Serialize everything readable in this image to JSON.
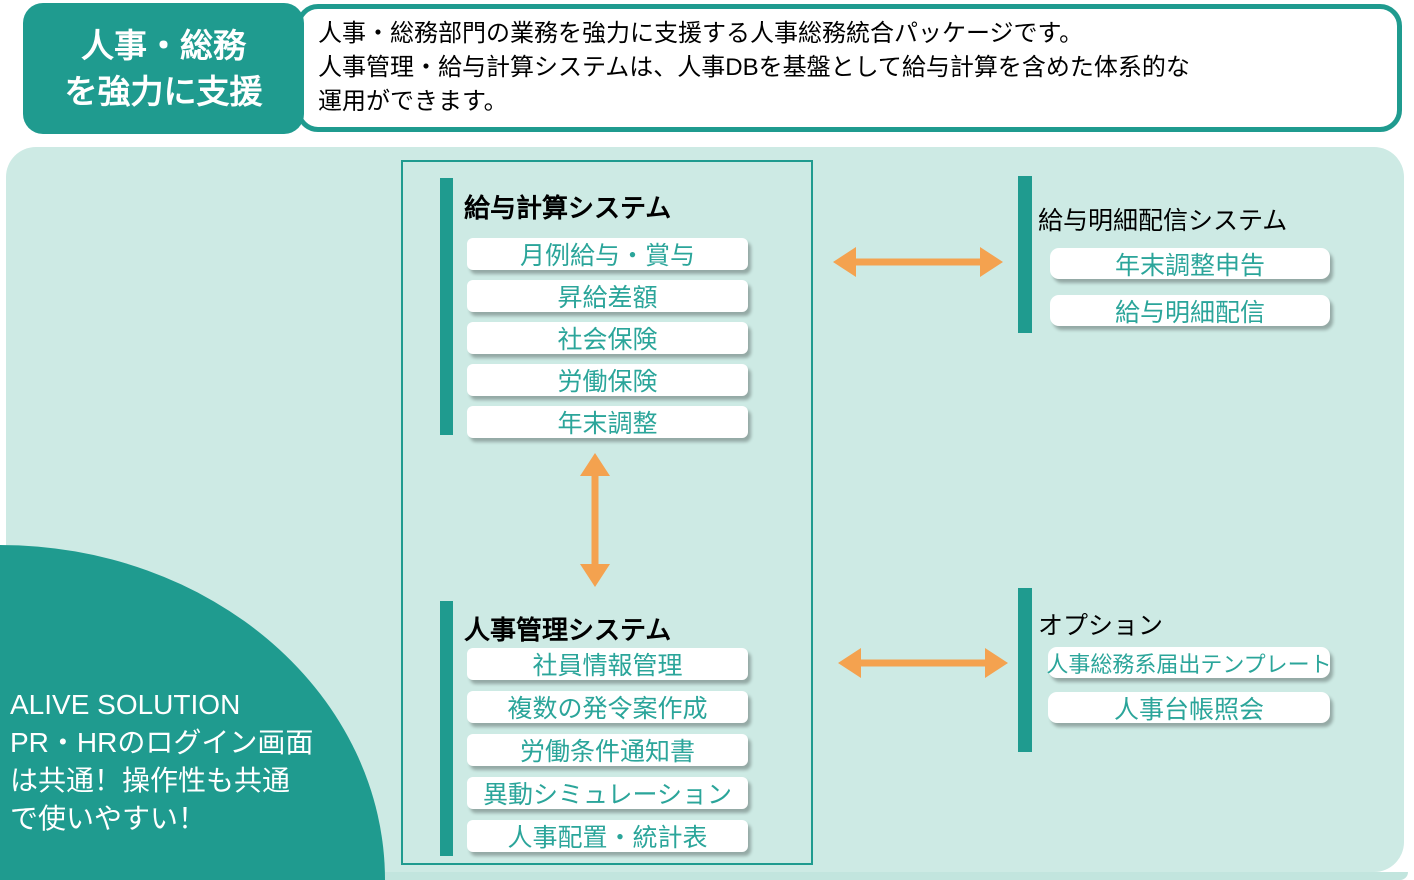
{
  "header": {
    "badge": {
      "line1": "人事・総務",
      "line2": "を強力に支援"
    },
    "description_lines": [
      "人事・総務部門の業務を強力に支援する人事総務統合パッケージです。",
      "人事管理・給与計算システムは、人事DBを基盤として給与計算を含めた体系的な",
      "運用ができます。"
    ]
  },
  "sections": {
    "payroll": {
      "title": "給与計算システム",
      "items": [
        "月例給与・賞与",
        "昇給差額",
        "社会保険",
        "労働保険",
        "年末調整"
      ]
    },
    "hr": {
      "title": "人事管理システム",
      "items": [
        "社員情報管理",
        "複数の発令案作成",
        "労働条件通知書",
        "異動シミュレーション",
        "人事配置・統計表"
      ]
    },
    "payslip": {
      "title": "給与明細配信システム",
      "items": [
        "年末調整申告",
        "給与明細配信"
      ]
    },
    "options": {
      "title": "オプション",
      "items": [
        "人事総務系届出テンプレート",
        "人事台帳照会"
      ]
    }
  },
  "callout": {
    "lines": [
      "ALIVE SOLUTION",
      "PR・HRのログイン画面",
      "は共通！操作性も共通",
      "で使いやすい！"
    ]
  },
  "colors": {
    "teal": "#1f9b8f",
    "mint_background": "#cdeae4",
    "orange_arrow": "#f4a24f",
    "item_text_teal": "#2ba59a",
    "bottom_band": "#c2e5de"
  }
}
